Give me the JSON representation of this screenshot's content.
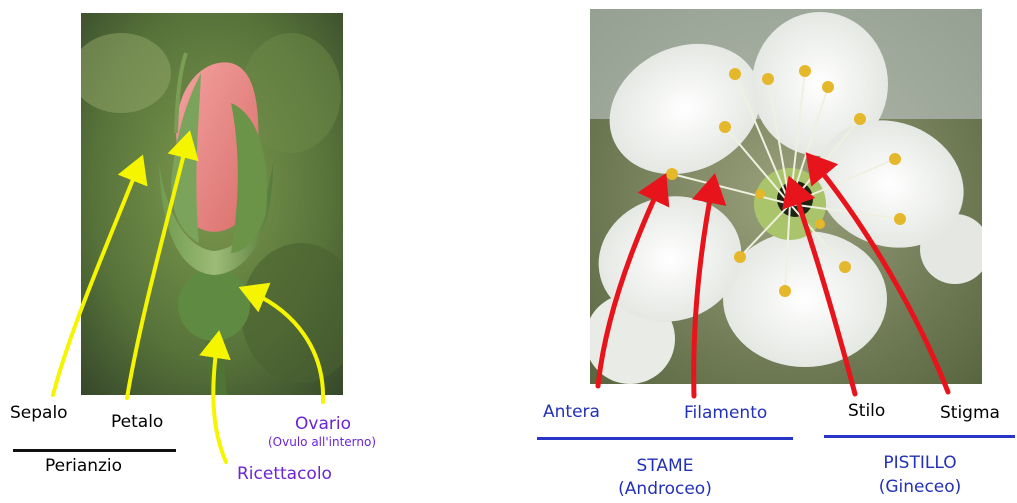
{
  "colors": {
    "rose_arrow": "#f5f500",
    "blossom_arrow": "#e8141c",
    "rule_black": "#111111",
    "rule_blue": "#2836c8",
    "text_purple": "#6a24d6",
    "text_blue": "#2330b8"
  },
  "rose": {
    "sepal": "Sepalo",
    "petal": "Petalo",
    "perianth": "Perianzio",
    "ovary": "Ovario",
    "ovary_note": "(Ovulo all'interno)",
    "receptacle": "Ricettacolo"
  },
  "blossom": {
    "anther": "Antera",
    "filament": "Filamento",
    "style": "Stilo",
    "stigma": "Stigma",
    "stamen": "STAME",
    "stamen_note": "(Androceo)",
    "pistil": "PISTILLO",
    "pistil_note": "(Gineceo)"
  }
}
